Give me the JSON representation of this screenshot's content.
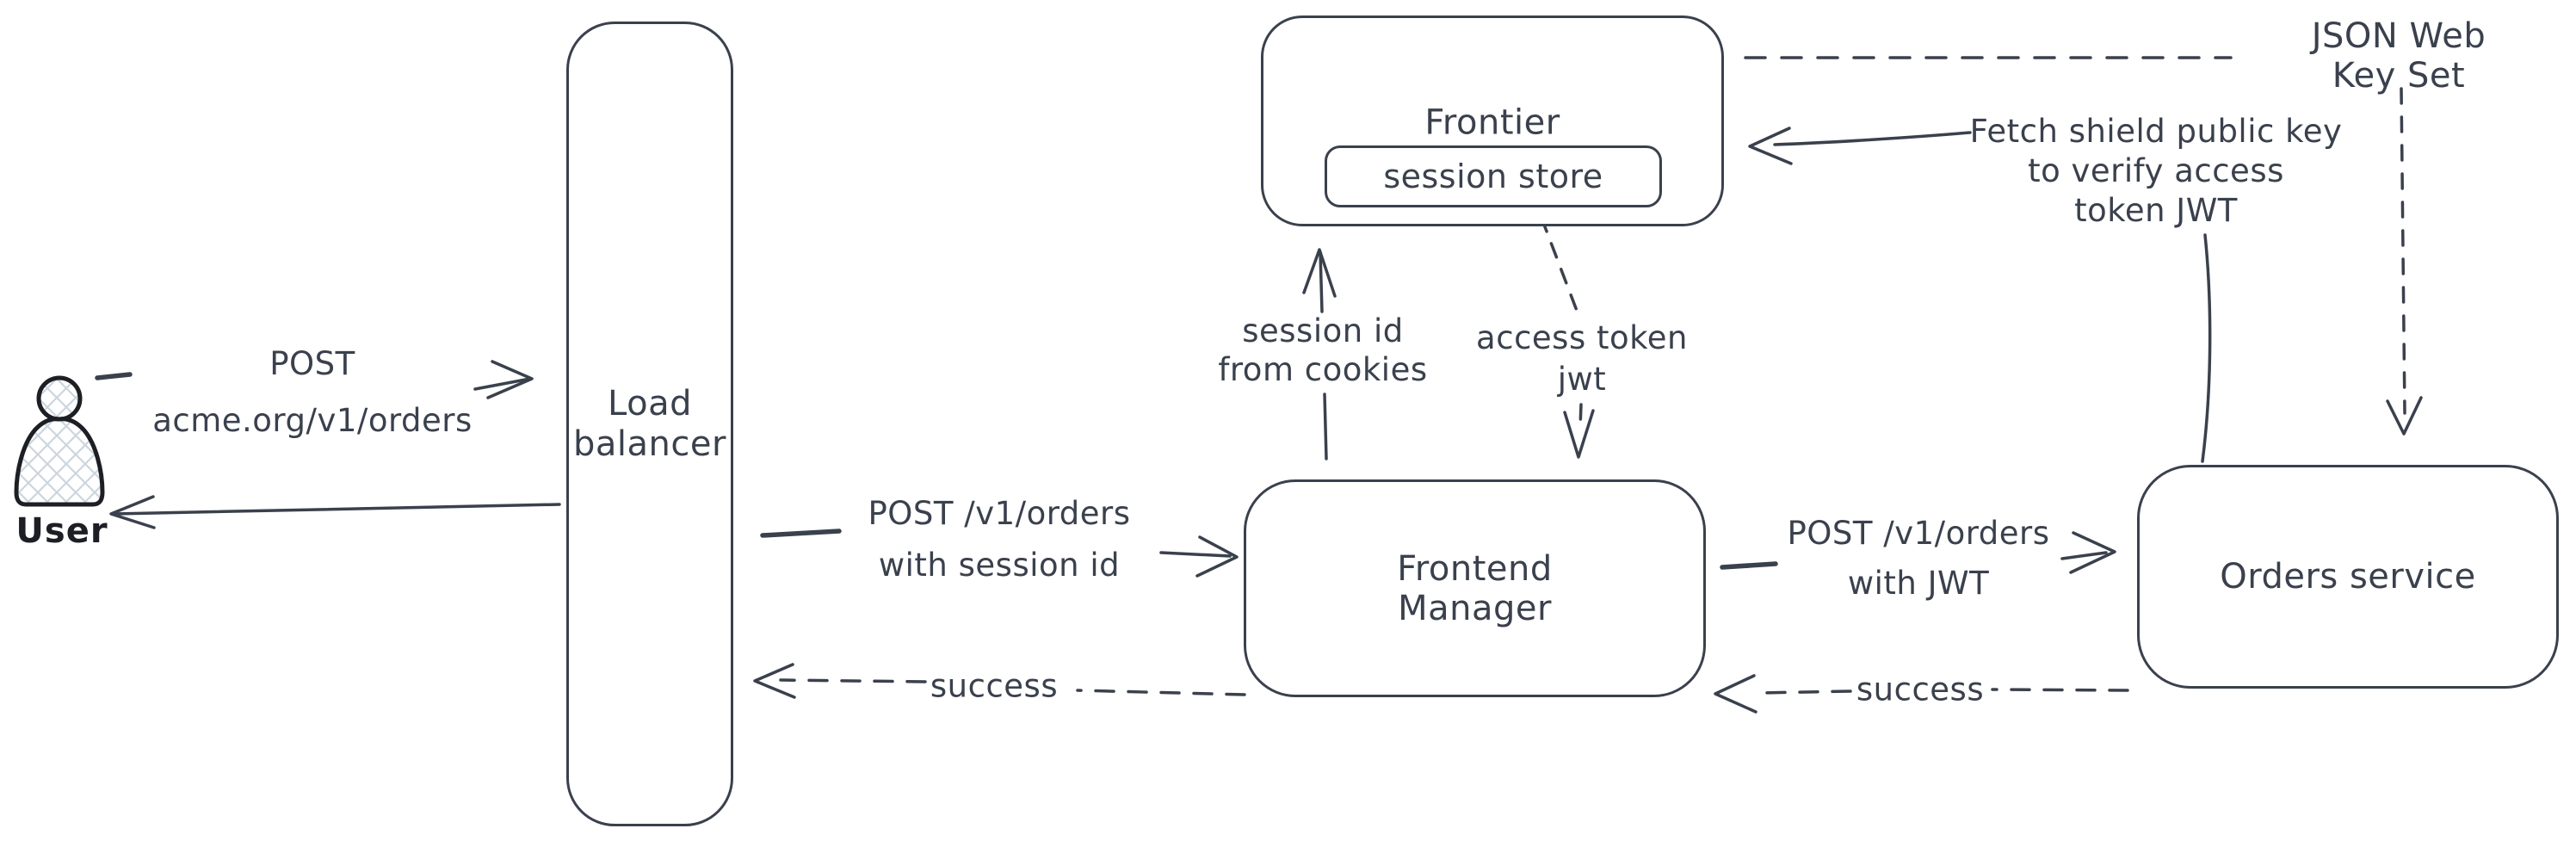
{
  "diagram": {
    "type": "hand-drawn architecture / sequence diagram",
    "colors": {
      "background": "#ffffff",
      "ink": "#3a414d",
      "ink_dark": "#1d1f24",
      "hatch_fill": "#ccd6de"
    }
  },
  "nodes": {
    "user": {
      "label": "User",
      "icon": "person-icon"
    },
    "load_balancer": {
      "label": "Load\nbalancer"
    },
    "frontier": {
      "label": "Frontier"
    },
    "session_store": {
      "label": "session store"
    },
    "frontend_manager": {
      "label": "Frontend\nManager"
    },
    "orders_service": {
      "label": "Orders service"
    }
  },
  "edges": {
    "user_to_lb": {
      "label": "POST\nacme.org/v1/orders",
      "style": "solid",
      "from": "user",
      "to": "load_balancer"
    },
    "lb_to_user": {
      "label": "",
      "style": "solid",
      "from": "load_balancer",
      "to": "user"
    },
    "lb_to_fm": {
      "label": "POST /v1/orders\nwith session id",
      "style": "solid",
      "from": "load_balancer",
      "to": "frontend_manager"
    },
    "fm_to_lb": {
      "label": "success",
      "style": "dashed",
      "from": "frontend_manager",
      "to": "load_balancer"
    },
    "fm_to_session_store": {
      "label": "session id\nfrom cookies",
      "style": "solid",
      "from": "frontend_manager",
      "to": "frontier"
    },
    "session_store_to_fm": {
      "label": "access token\njwt",
      "style": "dashed",
      "from": "session_store",
      "to": "frontend_manager"
    },
    "fm_to_orders": {
      "label": "POST /v1/orders\nwith JWT",
      "style": "solid",
      "from": "frontend_manager",
      "to": "orders_service"
    },
    "orders_to_fm": {
      "label": "success",
      "style": "dashed",
      "from": "orders_service",
      "to": "frontend_manager"
    },
    "orders_to_frontier": {
      "label": "Fetch shield public key\nto verify access\ntoken JWT",
      "style": "solid",
      "from": "orders_service",
      "to": "frontier"
    },
    "frontier_to_jwks": {
      "label": "JSON Web Key Set",
      "style": "dashed",
      "from": "frontier",
      "to": "jwks"
    },
    "jwks_to_orders": {
      "label": "",
      "style": "dashed",
      "from": "jwks",
      "to": "orders_service"
    }
  }
}
